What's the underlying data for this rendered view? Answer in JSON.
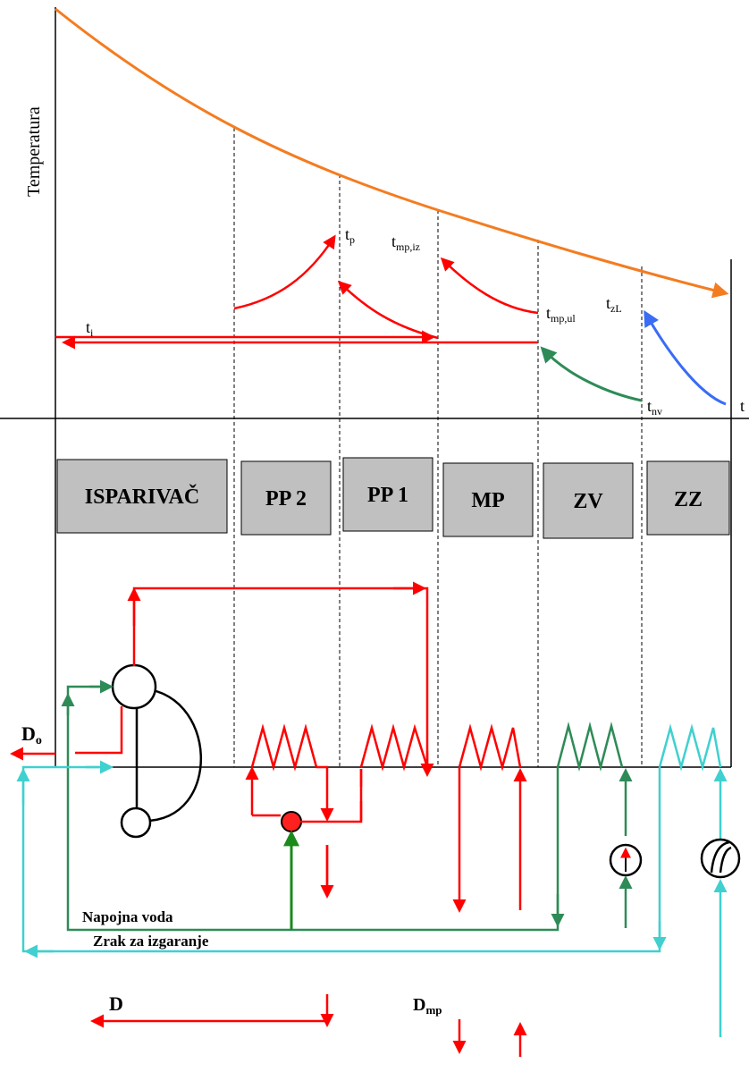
{
  "axis": {
    "ylabel": "Temperatura"
  },
  "components": [
    {
      "id": "isparivac",
      "label": "ISPARIVAČ"
    },
    {
      "id": "pp2",
      "label": "PP 2"
    },
    {
      "id": "pp1",
      "label": "PP 1"
    },
    {
      "id": "mp",
      "label": "MP"
    },
    {
      "id": "zv",
      "label": "ZV"
    },
    {
      "id": "zz",
      "label": "ZZ"
    }
  ],
  "temperatures": {
    "ti": {
      "base": "t",
      "sub": "i"
    },
    "tp": {
      "base": "t",
      "sub": "p"
    },
    "tmp_iz": {
      "base": "t",
      "sub": "mp,iz"
    },
    "tmp_ul": {
      "base": "t",
      "sub": "mp,ul"
    },
    "tzL": {
      "base": "t",
      "sub": "zL"
    },
    "tnv": {
      "base": "t",
      "sub": "nv"
    },
    "t_edge": {
      "base": "t",
      "sub": ""
    }
  },
  "flows": {
    "Do": {
      "base": "D",
      "sub": "o"
    },
    "D": {
      "base": "D",
      "sub": ""
    },
    "Dmp": {
      "base": "D",
      "sub": "mp"
    },
    "napojna_voda": "Napojna voda",
    "zrak": "Zrak za izgaranje"
  },
  "colors": {
    "flue_gas": "#f47c20",
    "steam": "#ff0000",
    "water": "#2e8b57",
    "air": "#40d0d0",
    "air_temp": "#3a6cf4",
    "box_fill": "#c0c0c0"
  }
}
